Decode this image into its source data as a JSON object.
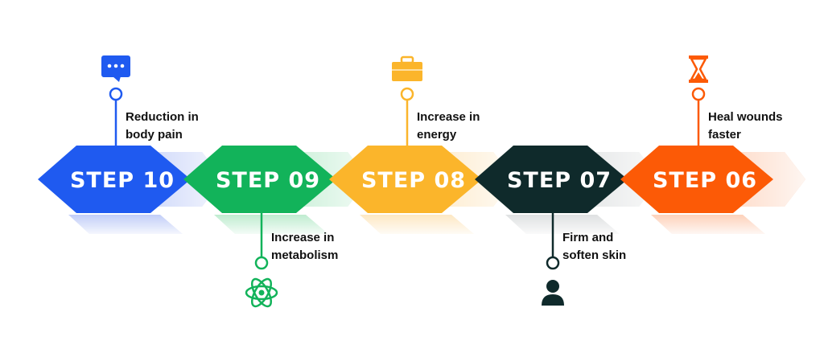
{
  "colors": {
    "blue": "#1f5af0",
    "green": "#12b35a",
    "yellow": "#fbb52b",
    "dark": "#0f2a2b",
    "orange": "#fc5a06"
  },
  "steps": [
    {
      "label": "STEP 10",
      "color": "#1f5af0",
      "shadow": "#aebef6",
      "caption": [
        "Reduction in",
        "body pain"
      ],
      "connector": "up",
      "icon": "chat-bubble-icon"
    },
    {
      "label": "STEP 09",
      "color": "#12b35a",
      "shadow": "#a9e6c0",
      "caption": [
        "Increase in",
        "metabolism"
      ],
      "connector": "down",
      "icon": "atom-icon"
    },
    {
      "label": "STEP 08",
      "color": "#fbb52b",
      "shadow": "#fce0b0",
      "caption": [
        "Increase in",
        "energy"
      ],
      "connector": "up",
      "icon": "briefcase-icon"
    },
    {
      "label": "STEP 07",
      "color": "#0f2a2b",
      "shadow": "#d4d7d8",
      "caption": [
        "Firm and",
        "soften skin"
      ],
      "connector": "down",
      "icon": "user-icon"
    },
    {
      "label": "STEP 06",
      "color": "#fc5a06",
      "shadow": "#fcc2a3",
      "caption": [
        "Heal wounds",
        "faster"
      ],
      "connector": "up",
      "icon": "hourglass-icon"
    }
  ]
}
